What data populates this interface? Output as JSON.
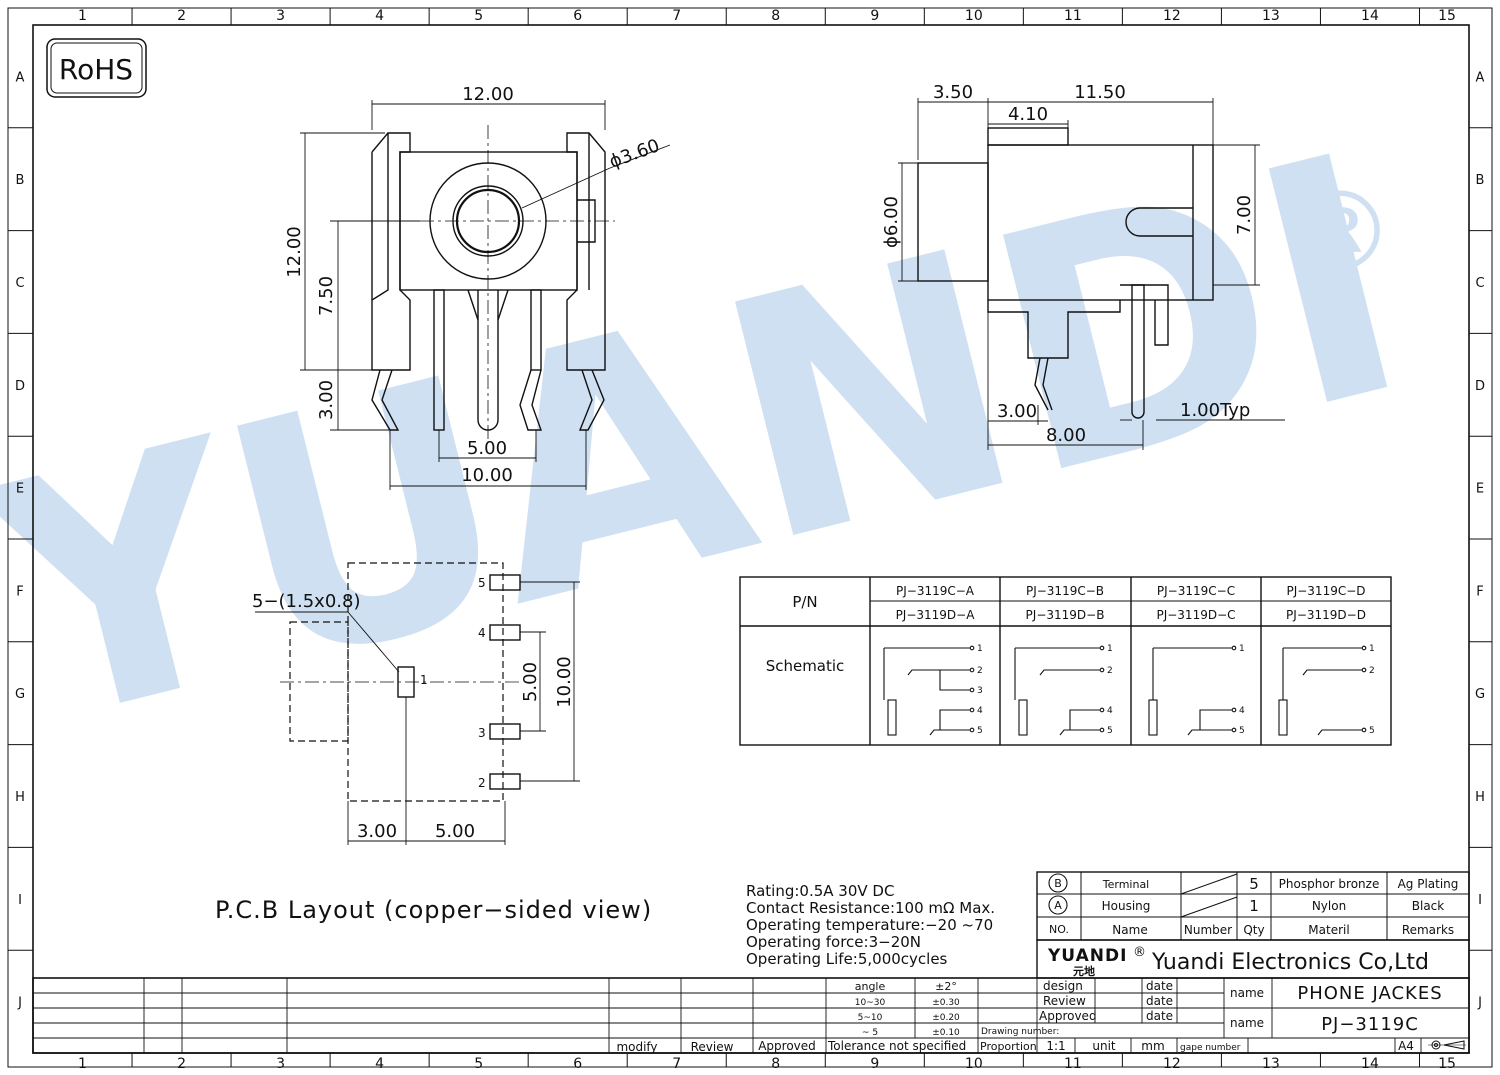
{
  "border": {
    "columns": [
      "1",
      "2",
      "3",
      "4",
      "5",
      "6",
      "7",
      "8",
      "9",
      "10",
      "11",
      "12",
      "13",
      "14",
      "15"
    ],
    "rows": [
      "A",
      "B",
      "C",
      "D",
      "E",
      "F",
      "G",
      "H",
      "I",
      "J"
    ]
  },
  "rohs": "RoHS",
  "watermark": {
    "text": "YUANDI",
    "symbol": "®",
    "color": "#9fc3e6"
  },
  "front_view": {
    "width": "12.00",
    "height": "12.00",
    "hole": "ϕ3.60",
    "v1": "7.50",
    "v2": "3.00",
    "pitch": "5.00",
    "span": "10.00"
  },
  "side_view": {
    "d1": "3.50",
    "d2": "11.50",
    "d3": "4.10",
    "dia": "ϕ6.00",
    "h": "7.00",
    "p1": "3.00",
    "p2": "8.00",
    "typ": "1.00Typ"
  },
  "pcb": {
    "note": "5−(1.5x0.8)",
    "pads": [
      "5",
      "4",
      "1",
      "3",
      "2"
    ],
    "v1": "5.00",
    "v2": "10.00",
    "h1": "3.00",
    "h2": "5.00",
    "caption": "P.C.B Layout (copper−sided view)"
  },
  "pn_table": {
    "pn_label": "P/N",
    "schematic_label": "Schematic",
    "row1": [
      "PJ−3119C−A",
      "PJ−3119C−B",
      "PJ−3119C−C",
      "PJ−3119C−D"
    ],
    "row2": [
      "PJ−3119D−A",
      "PJ−3119D−B",
      "PJ−3119D−C",
      "PJ−3119D−D"
    ],
    "pins": [
      "1",
      "2",
      "3",
      "4",
      "5"
    ]
  },
  "specs": [
    "Rating:0.5A 30V DC",
    "Contact Resistance:100 mΩ Max.",
    "Operating temperature:−20 ~70",
    "Operating force:3−20N",
    "Operating Life:5,000cycles"
  ],
  "materials": {
    "rows": [
      {
        "no": "B",
        "name": "Terminal",
        "qty": "5",
        "material": "Phosphor bronze",
        "remarks": "Ag Plating"
      },
      {
        "no": "A",
        "name": "Housing",
        "qty": "1",
        "material": "Nylon",
        "remarks": "Black"
      }
    ],
    "headers": {
      "no": "NO.",
      "name": "Name",
      "number": "Number",
      "qty": "Qty",
      "material": "Materil",
      "remarks": "Remarks"
    }
  },
  "company": {
    "logo": "YUANDI",
    "reg": "®",
    "cn": "元地",
    "name": "Yuandi Electronics Co,Ltd"
  },
  "title_block": {
    "angle_label": "angle",
    "angle_value": "±2°",
    "tolerances": [
      [
        "10~30",
        "±0.30"
      ],
      [
        "5~10",
        "±0.20"
      ],
      [
        "~ 5",
        "±0.10"
      ]
    ],
    "tolerance_note": "Tolerance not specified",
    "design": "design",
    "review": "Review",
    "approved": "Approved",
    "date": "date",
    "drawing_number": "Drawing number:",
    "proportion": "Proportion",
    "scale": "1:1",
    "unit_label": "unit",
    "unit": "mm",
    "page_number": "gape number",
    "sheet_size": "A4",
    "name_label": "name",
    "name1": "PHONE JACKES",
    "name2": "PJ−3119C",
    "rev_modify": "modify",
    "rev_review": "Review",
    "rev_approved": "Approved"
  }
}
